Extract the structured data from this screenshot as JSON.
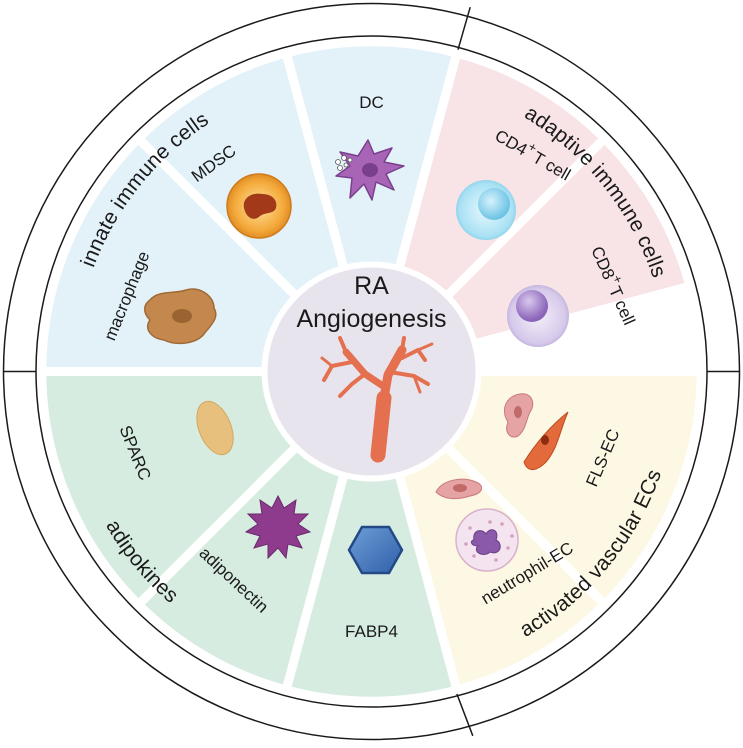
{
  "center": {
    "line1": "RA",
    "line2": "Angiogenesis"
  },
  "ring_labels": {
    "innate": "innate immune cells",
    "adaptive": "adaptive immune cells",
    "vascular": "activated vascular ECs",
    "adipokines": "adipokines"
  },
  "segments": {
    "dc": "DC",
    "cd4": "CD4",
    "cd4_sup": "+",
    "cd4_tail": "T cell",
    "cd8": "CD8",
    "cd8_sup": "+",
    "cd8_tail": "T cell",
    "fls_ec": "FLS-EC",
    "neutrophil_ec": "neutrophil-EC",
    "fabp4": "FABP4",
    "adiponectin": "adiponectin",
    "sparc": "SPARC",
    "macrophage": "macrophage",
    "mdsc": "MDSC"
  },
  "colors": {
    "innate": "#e3f2f9",
    "adaptive": "#f8e4e6",
    "vascular": "#fdf8e4",
    "adipokines": "#d6ece0",
    "center": "#e8e4ee",
    "vessel": "#e4704f",
    "ring_stroke": "#1a1a1a"
  },
  "icons": [
    "dendritic-cell-icon",
    "cd4-t-cell-icon",
    "cd8-t-cell-icon",
    "fls-cell-icon",
    "endothelial-cell-icon",
    "neutrophil-icon",
    "fabp4-hexagon-icon",
    "adiponectin-icon",
    "sparc-icon",
    "macrophage-icon",
    "mdsc-icon",
    "blood-vessel-icon"
  ]
}
